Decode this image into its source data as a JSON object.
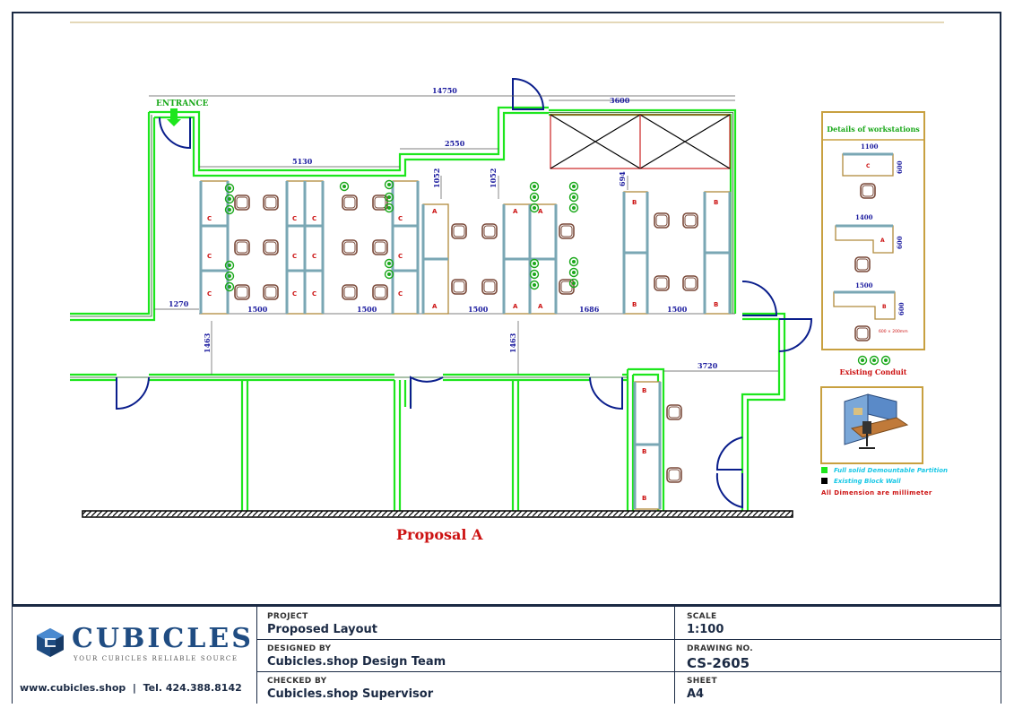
{
  "plan": {
    "entrance_label": "ENTRANCE",
    "dimensions": {
      "overall": "14750",
      "top_right": "3600",
      "mid_top": "2550",
      "left_run": "5130",
      "v1": "1052",
      "v2": "1052",
      "v3": "694",
      "left_gap": "1270",
      "b1": "1500",
      "b2": "1500",
      "b3": "1500",
      "b4": "1686",
      "b5": "1500",
      "corr1": "1463",
      "corr2": "1463",
      "lower_right": "3720"
    },
    "workstation_letters": {
      "c": "C",
      "a": "A",
      "b": "B"
    },
    "caption": "Proposal A"
  },
  "legend": {
    "details_title": "Details of workstations",
    "ws1_width": "1100",
    "ws1_depth": "600",
    "ws2_width": "1400",
    "ws2_depth": "600",
    "ws3_width": "1500",
    "ws3_depth": "600",
    "ws3_note": "600 × 200mm",
    "conduit_label": "Existing Conduit",
    "item_partition": "Full solid Demountable Partition",
    "item_wall": "Existing Block Wall",
    "item_note": "All Dimension are millimeter"
  },
  "colors": {
    "wall_green": "#1de61d",
    "wall_dark": "#1e5a1e",
    "dimension_blue": "#1a1a9e",
    "door_blue": "#0a1e8c",
    "desk_brown": "#b08a3c",
    "panel_teal": "#7aa7b4",
    "chair_brown": "#7a4a3a",
    "caption_red": "#cc1111",
    "brand_navy": "#1f4c82"
  },
  "titleblock": {
    "brand": "CUBICLES",
    "tagline": "YOUR CUBICLES RELIABLE SOURCE",
    "contact": "www.cubicles.shop  |  Tel. 424.388.8142",
    "project_label": "PROJECT",
    "project_value": "Proposed Layout",
    "designed_label": "DESIGNED BY",
    "designed_value": "Cubicles.shop Design Team",
    "checked_label": "CHECKED BY",
    "checked_value": "Cubicles.shop Supervisor",
    "scale_label": "SCALE",
    "scale_value": "1:100",
    "drawing_label": "DRAWING NO.",
    "drawing_value": "CS-2605",
    "sheet_label": "SHEET",
    "sheet_value": "A4"
  }
}
